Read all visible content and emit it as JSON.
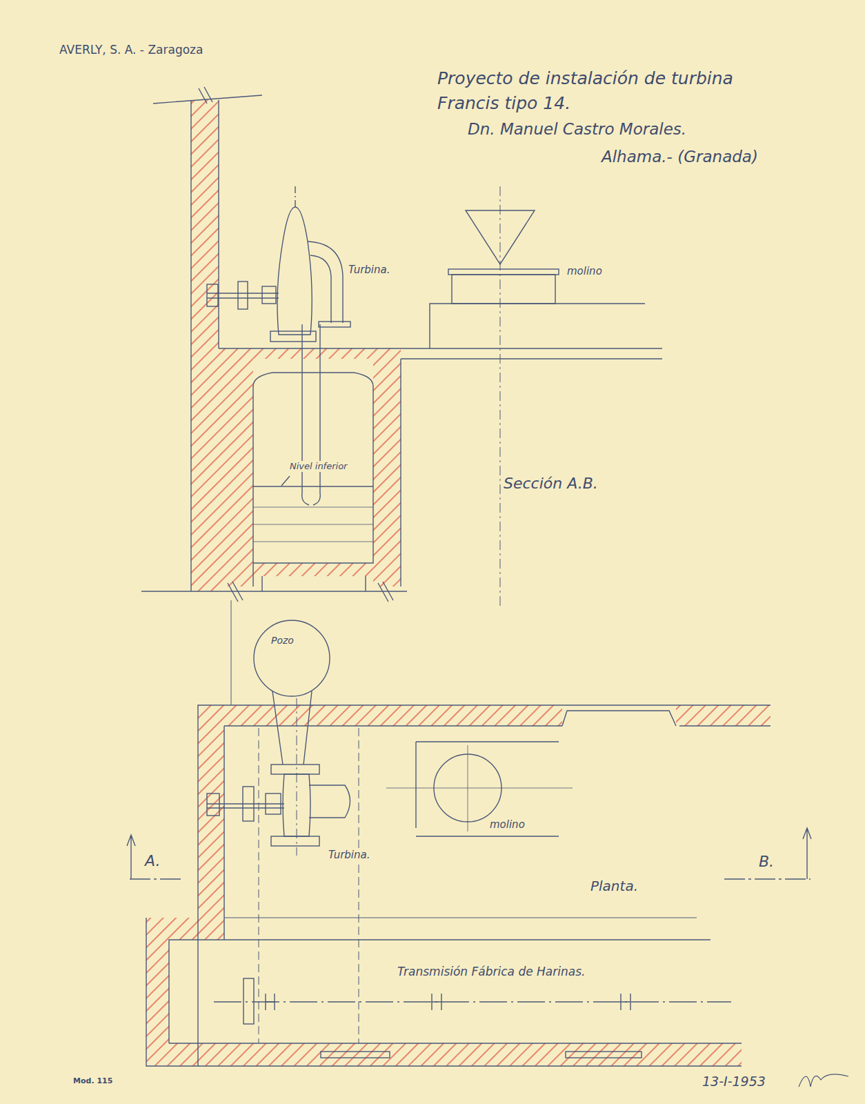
{
  "diagram": {
    "title": "Proyecto de instalación de turbina Francis tipo 14.",
    "nodes": [
      {
        "text": [
          "Pozo"
        ]
      }
    ],
    "labels": [
      "AVERLY, S. A. - Zaragoza",
      "Dn. Manuel Castro Morales.",
      "Alhama.- (Granada)",
      "Turbina.",
      "molino",
      "Nivel inferior",
      "Sección A.B.",
      "molino",
      "Turbina.",
      "A.",
      "B.",
      "Planta.",
      "Transmisión Fábrica de Harinas.",
      "Mod. 115",
      "13-I-1953"
    ]
  }
}
